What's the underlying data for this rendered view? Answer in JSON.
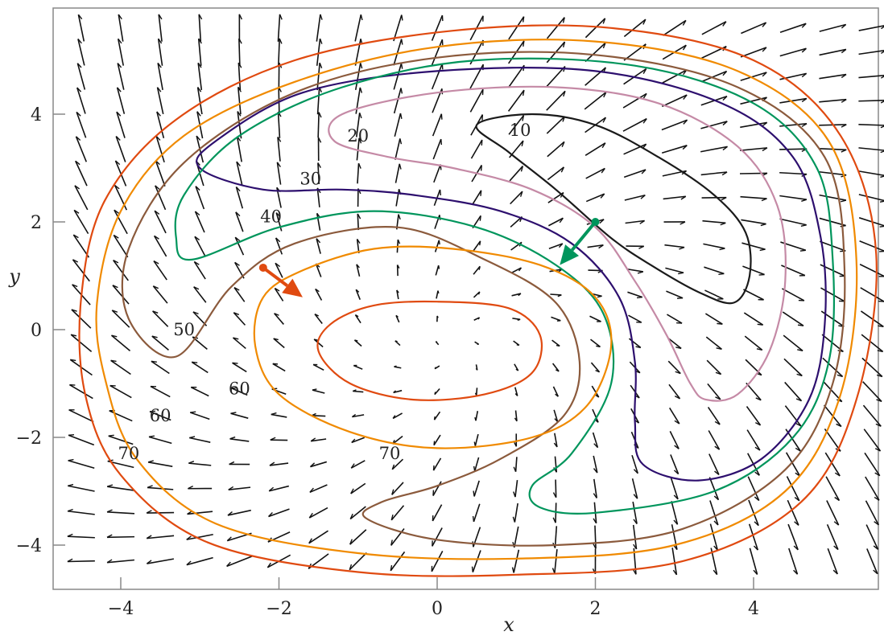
{
  "chart_data": {
    "type": "contour+quiver",
    "xlabel": "x",
    "ylabel": "y",
    "xlim": [
      -4.8,
      5.6
    ],
    "ylim": [
      -4.8,
      5.8
    ],
    "xticks": [
      -4,
      -2,
      0,
      2,
      4
    ],
    "xtick_labels": [
      "−4",
      "−2",
      "0",
      "2",
      "4"
    ],
    "yticks": [
      -4,
      -2,
      0,
      2,
      4
    ],
    "ytick_labels": [
      "−4",
      "−2",
      "0",
      "2",
      "4"
    ],
    "grid": false,
    "colors": {
      "c10": "#1a1a1a",
      "c20": "#c58aa6",
      "c30": "#2d0f6e",
      "c40": "#00955c",
      "c50": "#8b5a3c",
      "c60": "#f08a00",
      "c70": "#e04a10",
      "arrow_orange": "#e04a10",
      "arrow_green": "#00955c",
      "quiver": "#111111",
      "frame": "#888888"
    },
    "contours": [
      {
        "level": 10,
        "color_key": "c10",
        "closed": true,
        "points": [
          [
            0.5,
            3.8
          ],
          [
            1.2,
            4.0
          ],
          [
            2.0,
            3.8
          ],
          [
            2.8,
            3.2
          ],
          [
            3.5,
            2.5
          ],
          [
            3.9,
            1.8
          ],
          [
            3.95,
            1.0
          ],
          [
            3.75,
            0.5
          ],
          [
            3.3,
            0.7
          ],
          [
            2.7,
            1.2
          ],
          [
            2.2,
            1.7
          ],
          [
            1.5,
            2.6
          ],
          [
            0.9,
            3.3
          ],
          [
            0.5,
            3.8
          ]
        ]
      },
      {
        "level": 20,
        "color_key": "c20",
        "closed": true,
        "points": [
          [
            -1.3,
            3.5
          ],
          [
            -1.2,
            4.0
          ],
          [
            0.0,
            4.4
          ],
          [
            1.5,
            4.5
          ],
          [
            2.8,
            4.2
          ],
          [
            3.8,
            3.4
          ],
          [
            4.3,
            2.3
          ],
          [
            4.4,
            0.9
          ],
          [
            4.2,
            -0.4
          ],
          [
            3.8,
            -1.2
          ],
          [
            3.4,
            -1.3
          ],
          [
            3.2,
            -1.0
          ],
          [
            2.9,
            -0.1
          ],
          [
            2.5,
            0.9
          ],
          [
            2.0,
            1.9
          ],
          [
            1.2,
            2.6
          ],
          [
            0.2,
            3.0
          ],
          [
            -0.6,
            3.2
          ],
          [
            -1.3,
            3.5
          ]
        ]
      },
      {
        "level": 30,
        "color_key": "c30",
        "closed": true,
        "points": [
          [
            -3.0,
            3.0
          ],
          [
            -2.8,
            3.5
          ],
          [
            -1.7,
            4.4
          ],
          [
            0.0,
            4.8
          ],
          [
            2.0,
            4.8
          ],
          [
            3.6,
            4.2
          ],
          [
            4.5,
            3.2
          ],
          [
            4.85,
            1.7
          ],
          [
            4.9,
            0.1
          ],
          [
            4.7,
            -1.3
          ],
          [
            4.1,
            -2.4
          ],
          [
            3.3,
            -2.8
          ],
          [
            2.6,
            -2.5
          ],
          [
            2.5,
            -1.7
          ],
          [
            2.5,
            -0.6
          ],
          [
            2.3,
            0.6
          ],
          [
            1.7,
            1.6
          ],
          [
            0.8,
            2.2
          ],
          [
            -0.3,
            2.5
          ],
          [
            -1.2,
            2.6
          ],
          [
            -2.2,
            2.6
          ],
          [
            -3.0,
            3.0
          ]
        ]
      },
      {
        "level": 40,
        "color_key": "c40",
        "closed": true,
        "points": [
          [
            -3.1,
            1.3
          ],
          [
            -3.3,
            1.7
          ],
          [
            -3.2,
            2.5
          ],
          [
            -2.5,
            3.6
          ],
          [
            -1.2,
            4.5
          ],
          [
            0.5,
            5.0
          ],
          [
            2.5,
            4.9
          ],
          [
            4.0,
            4.2
          ],
          [
            4.8,
            3.0
          ],
          [
            5.0,
            1.3
          ],
          [
            4.95,
            -0.6
          ],
          [
            4.5,
            -2.0
          ],
          [
            3.5,
            -3.0
          ],
          [
            2.0,
            -3.4
          ],
          [
            1.3,
            -3.3
          ],
          [
            1.2,
            -2.9
          ],
          [
            1.7,
            -2.3
          ],
          [
            2.2,
            -1.0
          ],
          [
            2.1,
            0.3
          ],
          [
            1.5,
            1.2
          ],
          [
            0.5,
            1.9
          ],
          [
            -0.8,
            2.2
          ],
          [
            -2.0,
            1.9
          ],
          [
            -3.1,
            1.3
          ]
        ]
      },
      {
        "level": 50,
        "color_key": "c50",
        "closed": true,
        "points": [
          [
            -3.3,
            -0.5
          ],
          [
            -3.9,
            0.2
          ],
          [
            -3.9,
            1.5
          ],
          [
            -3.2,
            3.1
          ],
          [
            -1.8,
            4.4
          ],
          [
            0.0,
            5.05
          ],
          [
            2.0,
            5.1
          ],
          [
            3.8,
            4.5
          ],
          [
            4.9,
            3.2
          ],
          [
            5.15,
            1.1
          ],
          [
            5.0,
            -1.0
          ],
          [
            4.4,
            -2.6
          ],
          [
            3.1,
            -3.7
          ],
          [
            1.5,
            -4.0
          ],
          [
            0.0,
            -3.9
          ],
          [
            -0.9,
            -3.5
          ],
          [
            -0.7,
            -3.2
          ],
          [
            0.0,
            -2.9
          ],
          [
            0.8,
            -2.4
          ],
          [
            1.6,
            -1.6
          ],
          [
            1.8,
            -0.6
          ],
          [
            1.5,
            0.5
          ],
          [
            0.6,
            1.3
          ],
          [
            -0.5,
            1.9
          ],
          [
            -1.8,
            1.6
          ],
          [
            -2.6,
            0.8
          ],
          [
            -3.3,
            -0.5
          ]
        ]
      },
      {
        "level": 60,
        "color_key": "c60",
        "closed": true,
        "points": [
          [
            -1.7,
            1.1
          ],
          [
            -2.2,
            0.6
          ],
          [
            -2.3,
            -0.3
          ],
          [
            -2.0,
            -1.2
          ],
          [
            -1.1,
            -1.9
          ],
          [
            0.0,
            -2.2
          ],
          [
            1.2,
            -2.0
          ],
          [
            1.9,
            -1.4
          ],
          [
            2.2,
            -0.3
          ],
          [
            2.0,
            0.6
          ],
          [
            1.3,
            1.2
          ],
          [
            0.2,
            1.5
          ],
          [
            -0.8,
            1.5
          ],
          [
            -1.7,
            1.1
          ]
        ]
      },
      {
        "level": 60,
        "color_key": "c60",
        "closed": true,
        "points": [
          [
            -4.2,
            -0.9
          ],
          [
            -4.3,
            0.5
          ],
          [
            -4.0,
            2.2
          ],
          [
            -3.2,
            3.6
          ],
          [
            -1.8,
            4.6
          ],
          [
            0.0,
            5.25
          ],
          [
            2.0,
            5.35
          ],
          [
            3.8,
            4.8
          ],
          [
            4.95,
            3.5
          ],
          [
            5.3,
            1.3
          ],
          [
            5.1,
            -1.2
          ],
          [
            4.4,
            -3.0
          ],
          [
            3.0,
            -4.0
          ],
          [
            1.0,
            -4.25
          ],
          [
            -1.0,
            -4.15
          ],
          [
            -2.8,
            -3.6
          ],
          [
            -3.8,
            -2.4
          ],
          [
            -4.2,
            -0.9
          ]
        ]
      },
      {
        "level": 70,
        "color_key": "c70",
        "closed": true,
        "points": [
          [
            -1.5,
            -0.4
          ],
          [
            -1.35,
            0.1
          ],
          [
            -0.8,
            0.45
          ],
          [
            0.0,
            0.52
          ],
          [
            0.9,
            0.4
          ],
          [
            1.3,
            -0.1
          ],
          [
            1.2,
            -0.8
          ],
          [
            0.6,
            -1.2
          ],
          [
            -0.3,
            -1.3
          ],
          [
            -1.1,
            -1.0
          ],
          [
            -1.5,
            -0.4
          ]
        ]
      },
      {
        "level": 70,
        "color_key": "c70",
        "closed": true,
        "points": [
          [
            -4.45,
            -1.2
          ],
          [
            -4.5,
            0.6
          ],
          [
            -4.2,
            2.4
          ],
          [
            -3.3,
            3.9
          ],
          [
            -1.8,
            5.0
          ],
          [
            0.2,
            5.55
          ],
          [
            2.2,
            5.6
          ],
          [
            4.0,
            5.0
          ],
          [
            5.1,
            3.6
          ],
          [
            5.55,
            1.4
          ],
          [
            5.3,
            -1.3
          ],
          [
            4.6,
            -3.2
          ],
          [
            3.1,
            -4.3
          ],
          [
            1.0,
            -4.55
          ],
          [
            -1.0,
            -4.5
          ],
          [
            -2.9,
            -3.95
          ],
          [
            -4.0,
            -2.7
          ],
          [
            -4.45,
            -1.2
          ]
        ]
      }
    ],
    "contour_labels": [
      {
        "text": "10",
        "x": 1.05,
        "y": 3.7
      },
      {
        "text": "20",
        "x": -1.0,
        "y": 3.6
      },
      {
        "text": "30",
        "x": -1.6,
        "y": 2.8
      },
      {
        "text": "40",
        "x": -2.1,
        "y": 2.1
      },
      {
        "text": "50",
        "x": -3.2,
        "y": 0.0
      },
      {
        "text": "60",
        "x": -2.5,
        "y": -1.1
      },
      {
        "text": "60",
        "x": -3.5,
        "y": -1.6
      },
      {
        "text": "70",
        "x": -0.6,
        "y": -2.3
      },
      {
        "text": "70",
        "x": -3.9,
        "y": -2.3
      }
    ],
    "gradient_arrows": [
      {
        "color_key": "arrow_orange",
        "from": [
          -2.2,
          1.15
        ],
        "to": [
          -1.7,
          0.6
        ]
      },
      {
        "color_key": "arrow_green",
        "from": [
          2.0,
          2.0
        ],
        "to": [
          1.55,
          1.2
        ]
      }
    ]
  }
}
